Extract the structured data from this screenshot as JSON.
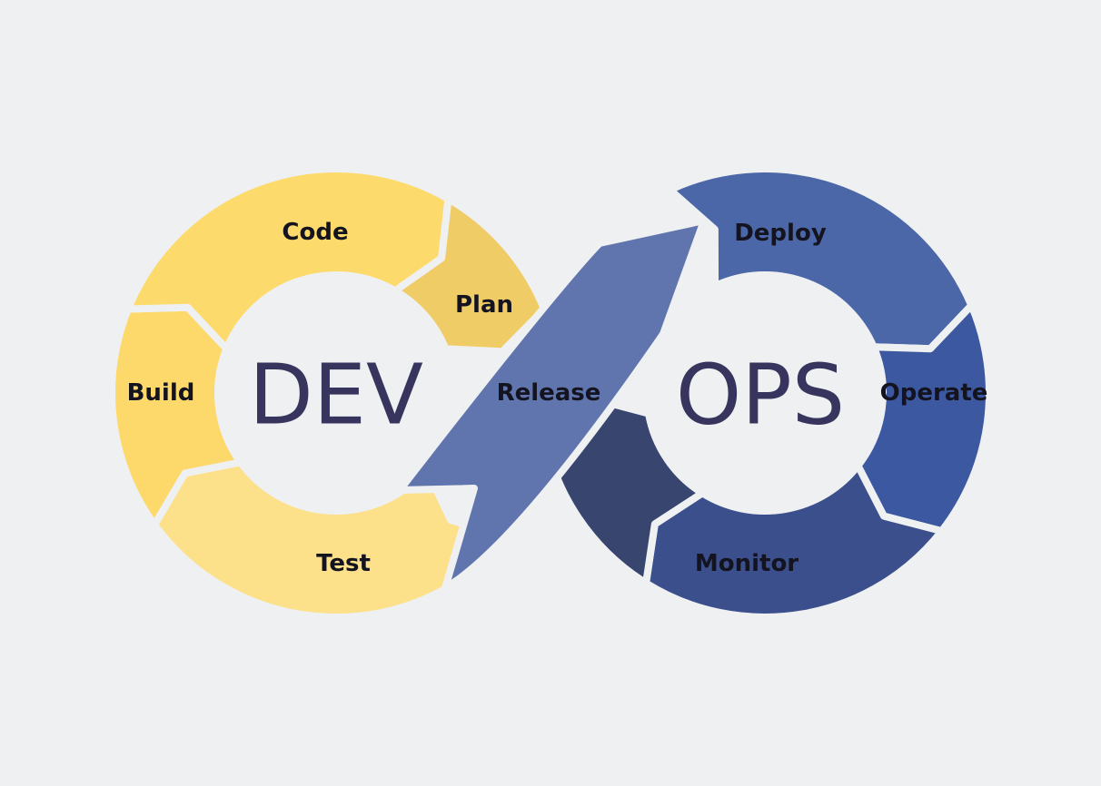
{
  "dev": {
    "title": "DEV",
    "stages": [
      {
        "label": "Code",
        "color": "#fdda6c"
      },
      {
        "label": "Plan",
        "color": "#f0cc67"
      },
      {
        "label": "Build",
        "color": "#fdd96c"
      },
      {
        "label": "Test",
        "color": "#fde08a"
      }
    ]
  },
  "bridge": {
    "label": "Release",
    "color": "#6075ae"
  },
  "ops": {
    "title": "OPS",
    "stages": [
      {
        "label": "Deploy",
        "color": "#4c67a8"
      },
      {
        "label": "Operate",
        "color": "#3c58a0"
      },
      {
        "label": "Monitor",
        "color": "#3b4f8c"
      }
    ],
    "wedge_color": "#38456f"
  },
  "background": "#eff0f2"
}
